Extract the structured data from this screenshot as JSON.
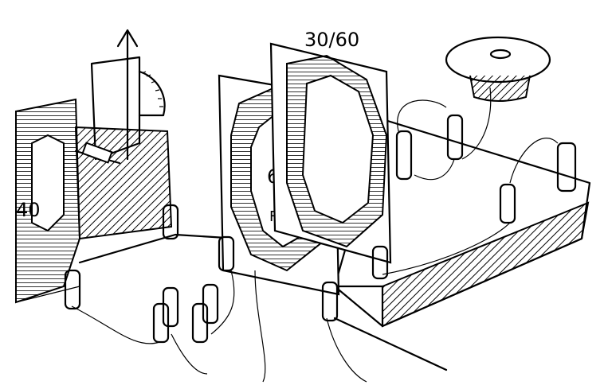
{
  "figure": {
    "labels": {
      "coil_left": "40",
      "coil_middle": "60",
      "coil_right": "30/60"
    }
  }
}
